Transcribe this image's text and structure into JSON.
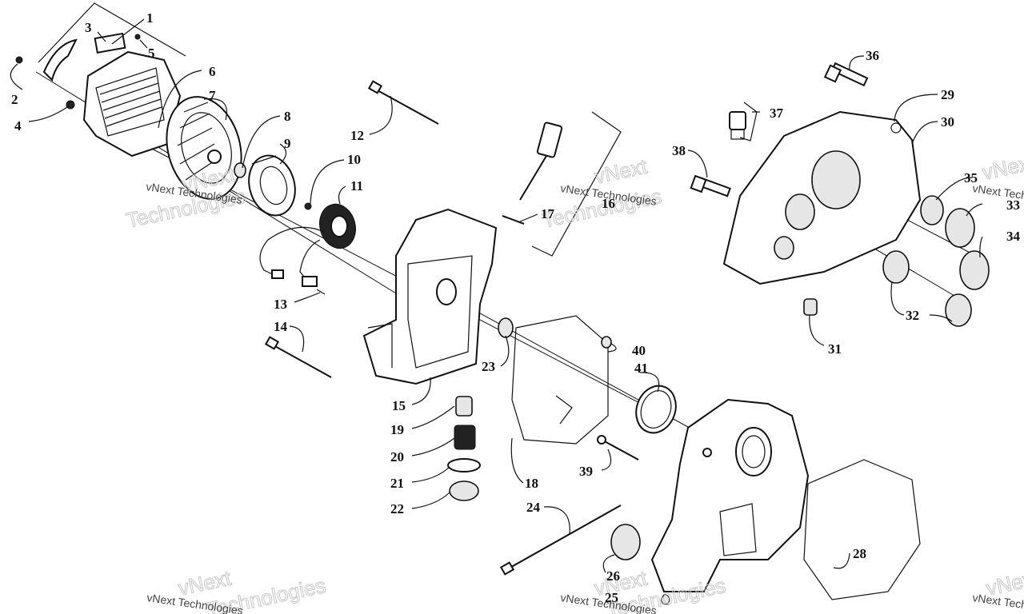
{
  "watermark": {
    "company": "vNext Technologies",
    "word1": "vNext",
    "word2": "Technologies"
  },
  "callouts": [
    "1",
    "2",
    "3",
    "4",
    "5",
    "6",
    "7",
    "8",
    "9",
    "10",
    "11",
    "12",
    "13",
    "14",
    "15",
    "16",
    "17",
    "18",
    "19",
    "20",
    "21",
    "22",
    "23",
    "24",
    "25",
    "26",
    "28",
    "29",
    "30",
    "31",
    "32",
    "33",
    "34",
    "35",
    "36",
    "37",
    "38",
    "39",
    "40",
    "41"
  ]
}
